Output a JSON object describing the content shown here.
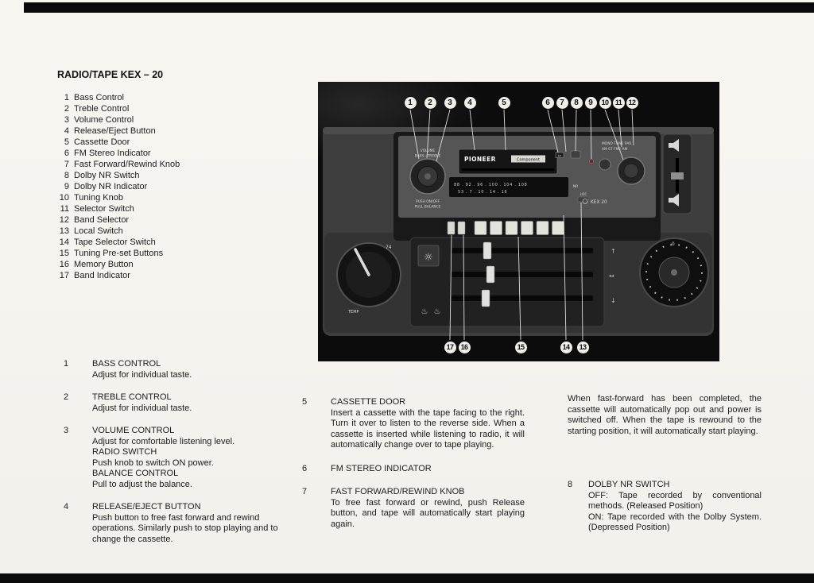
{
  "page": {
    "title": "RADIO/TAPE KEX – 20"
  },
  "parts_list": [
    {
      "num": "1",
      "label": "Bass Control"
    },
    {
      "num": "2",
      "label": "Treble Control"
    },
    {
      "num": "3",
      "label": "Volume Control"
    },
    {
      "num": "4",
      "label": "Release/Eject Button"
    },
    {
      "num": "5",
      "label": "Cassette Door"
    },
    {
      "num": "6",
      "label": "FM Stereo Indicator"
    },
    {
      "num": "7",
      "label": "Fast Forward/Rewind Knob"
    },
    {
      "num": "8",
      "label": "Dolby NR Switch"
    },
    {
      "num": "9",
      "label": "Dolby NR Indicator"
    },
    {
      "num": "10",
      "label": "Tuning Knob"
    },
    {
      "num": "11",
      "label": "Selector Switch"
    },
    {
      "num": "12",
      "label": "Band Selector"
    },
    {
      "num": "13",
      "label": "Local Switch"
    },
    {
      "num": "14",
      "label": "Tape Selector Switch"
    },
    {
      "num": "15",
      "label": "Tuning Pre-set Buttons"
    },
    {
      "num": "16",
      "label": "Memory Button"
    },
    {
      "num": "17",
      "label": "Band Indicator"
    }
  ],
  "diagram": {
    "top_callouts": [
      "1",
      "2",
      "3",
      "4",
      "5",
      "6",
      "7",
      "8",
      "9",
      "10",
      "11",
      "12"
    ],
    "bottom_callouts": [
      "17",
      "16",
      "15",
      "14",
      "13"
    ],
    "icons": {
      "bulb": "☼",
      "defrost": "♨",
      "air_up": "↑",
      "air_mid": "↔",
      "air_down": "↓"
    },
    "radio": {
      "brand": "PIONEER",
      "brand_sub": "Component",
      "model": "KEX 20",
      "volume_label": "VOLUME",
      "bass_treble_label": "BASS—TREBLE",
      "push_label": "PUSH ON/OFF",
      "pull_label": "PULL BALANCE",
      "fm_scale": "88 . 92 . 96 . 100 . 104 . 108",
      "am_scale": "53 . 7 . 10 . 14 . 16",
      "stereo_indicator": "ST",
      "nr_label": "NR",
      "loc_label": "LOC",
      "selector_row1": "MONO TUNE FM1",
      "selector_row2": "AM ST FM2 AM",
      "temp_label": "TEMP",
      "temp_scale": "74",
      "fan_zero": "0"
    }
  },
  "descriptions": {
    "col1": [
      {
        "num": "1",
        "sections": [
          {
            "heading": "BASS CONTROL",
            "body": "Adjust for individual taste."
          }
        ]
      },
      {
        "num": "2",
        "sections": [
          {
            "heading": "TREBLE CONTROL",
            "body": "Adjust for individual taste."
          }
        ]
      },
      {
        "num": "3",
        "sections": [
          {
            "heading": "VOLUME CONTROL",
            "body": "Adjust for comfortable listening level."
          },
          {
            "heading": "RADIO SWITCH",
            "body": "Push knob to switch ON power."
          },
          {
            "heading": "BALANCE CONTROL",
            "body": "Pull to adjust the balance."
          }
        ]
      },
      {
        "num": "4",
        "sections": [
          {
            "heading": "RELEASE/EJECT BUTTON",
            "body": "Push button to free fast forward and rewind operations. Similarly push to stop playing and to change the cassette."
          }
        ]
      }
    ],
    "col2": [
      {
        "num": "5",
        "sections": [
          {
            "heading": "CASSETTE DOOR",
            "body": "Insert a cassette with the tape facing to the right. Turn it over to listen to the reverse side. When a cassette is inserted while listening to radio, it will automatically change over to tape playing."
          }
        ]
      },
      {
        "num": "6",
        "sections": [
          {
            "heading": "FM STEREO INDICATOR",
            "body": ""
          }
        ]
      },
      {
        "num": "7",
        "sections": [
          {
            "heading": "FAST FORWARD/REWIND KNOB",
            "body": "To free fast forward or rewind, push Release button, and tape will automatically start playing again."
          }
        ]
      }
    ],
    "col3_intro": "When fast-forward has been completed, the cassette will automatically pop out and power is switched off. When the tape is rewound to the starting position, it will automatically start playing.",
    "col3": [
      {
        "num": "8",
        "sections": [
          {
            "heading": "DOLBY NR SWITCH",
            "body": "OFF: Tape recorded by conventional methods. (Released Position)\nON: Tape recorded with the Dolby System. (Depressed Position)"
          }
        ]
      }
    ]
  }
}
